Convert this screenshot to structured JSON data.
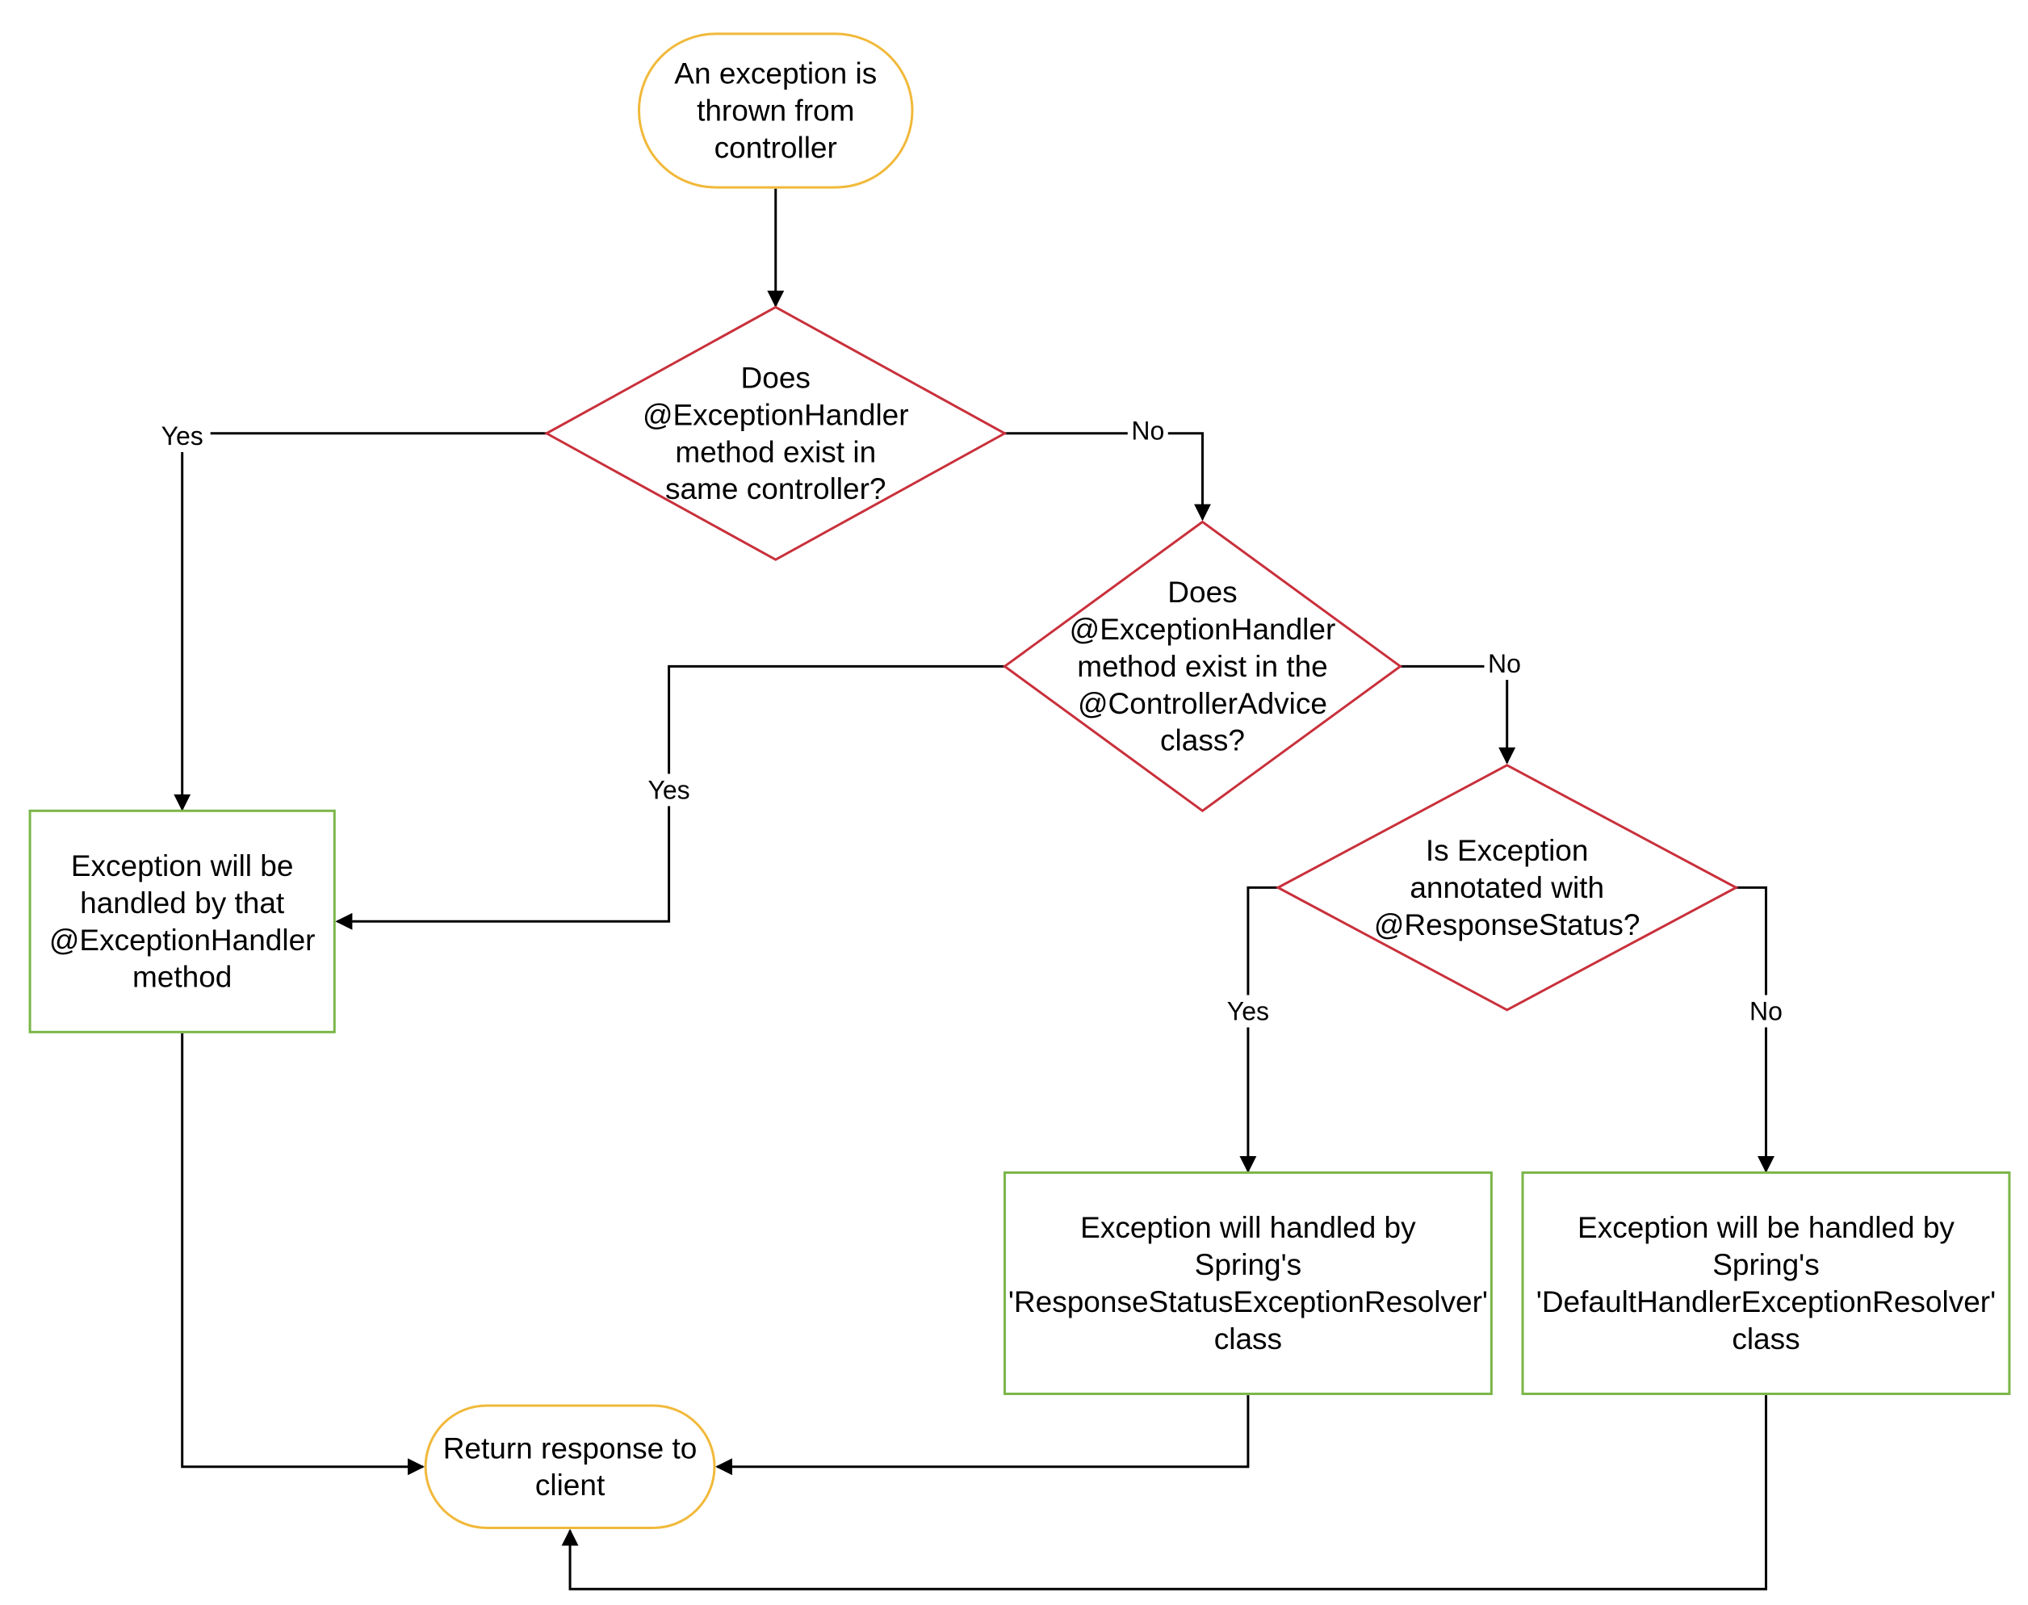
{
  "colors": {
    "terminal": "#f1b93a",
    "decision": "#c9303b",
    "process": "#7ab648",
    "edge": "#000000",
    "text": "#000000",
    "background": "#ffffff"
  },
  "nodes": {
    "start": {
      "shape": "terminal",
      "lines": [
        "An exception is",
        "thrown from",
        "controller"
      ]
    },
    "decision_same_controller": {
      "shape": "decision",
      "lines": [
        "Does",
        "@ExceptionHandler",
        "method exist in",
        "same controller?"
      ]
    },
    "decision_controller_advice": {
      "shape": "decision",
      "lines": [
        "Does",
        "@ExceptionHandler",
        "method exist in the",
        "@ControllerAdvice",
        "class?"
      ]
    },
    "decision_response_status": {
      "shape": "decision",
      "lines": [
        "Is Exception",
        "annotated with",
        "@ResponseStatus?"
      ]
    },
    "handled_by_method": {
      "shape": "process",
      "lines": [
        "Exception will be",
        "handled by that",
        "@ExceptionHandler",
        "method"
      ]
    },
    "handled_by_response_status_resolver": {
      "shape": "process",
      "lines": [
        "Exception will handled by",
        "Spring's",
        "'ResponseStatusExceptionResolver'",
        "class"
      ]
    },
    "handled_by_default_resolver": {
      "shape": "process",
      "lines": [
        "Exception will be handled by",
        "Spring's",
        "'DefaultHandlerExceptionResolver'",
        "class"
      ]
    },
    "end": {
      "shape": "terminal",
      "lines": [
        "Return response to",
        "client"
      ]
    }
  },
  "edges": [
    {
      "from": "start",
      "to": "decision_same_controller",
      "label": ""
    },
    {
      "from": "decision_same_controller",
      "to": "handled_by_method",
      "label": "Yes"
    },
    {
      "from": "decision_same_controller",
      "to": "decision_controller_advice",
      "label": "No"
    },
    {
      "from": "decision_controller_advice",
      "to": "handled_by_method",
      "label": "Yes"
    },
    {
      "from": "decision_controller_advice",
      "to": "decision_response_status",
      "label": "No"
    },
    {
      "from": "decision_response_status",
      "to": "handled_by_response_status_resolver",
      "label": "Yes"
    },
    {
      "from": "decision_response_status",
      "to": "handled_by_default_resolver",
      "label": "No"
    },
    {
      "from": "handled_by_method",
      "to": "end",
      "label": ""
    },
    {
      "from": "handled_by_response_status_resolver",
      "to": "end",
      "label": ""
    },
    {
      "from": "handled_by_default_resolver",
      "to": "end",
      "label": ""
    }
  ]
}
